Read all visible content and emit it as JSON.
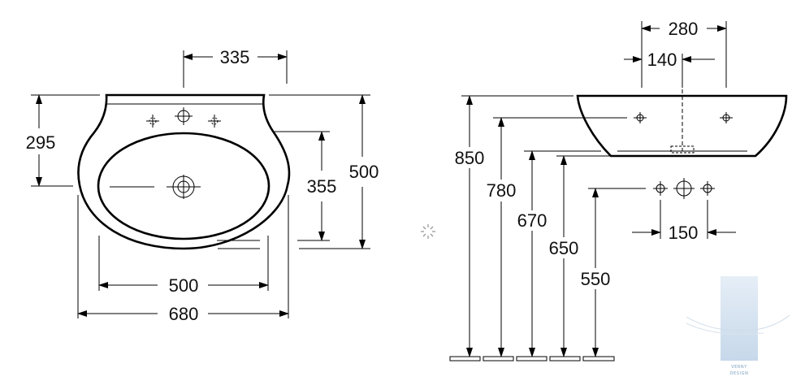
{
  "front_view": {
    "dims": {
      "tap_spacing": "335",
      "overflow_height": "295",
      "bowl_depth": "355",
      "total_depth": "500",
      "bowl_width": "500",
      "total_width": "680"
    }
  },
  "side_view": {
    "dims": {
      "top_width": "280",
      "half_width": "140",
      "h_850": "850",
      "h_780": "780",
      "h_670": "670",
      "h_650": "650",
      "h_550": "550",
      "fixing_spacing": "150"
    }
  },
  "watermark": {
    "text_line1": "VERNY",
    "text_line2": "DESIGN",
    "color": "#cddceb"
  }
}
